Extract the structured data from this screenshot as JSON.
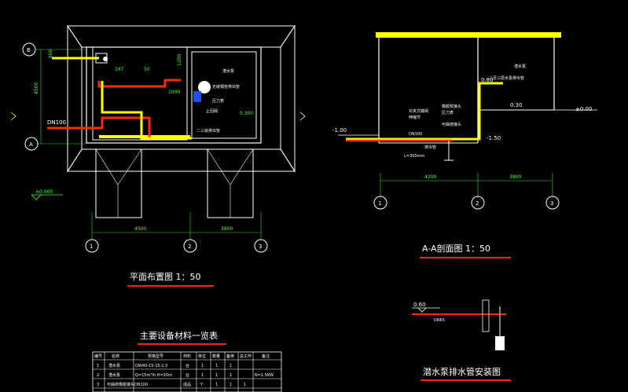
{
  "titles": {
    "plan": "平面布置图  1：50",
    "section": "A-A剖面图   1：50",
    "table": "主要设备材料一览表",
    "detail": "潜水泵排水管安装图"
  },
  "axes": {
    "grid_1": "1",
    "grid_2": "2",
    "grid_3": "3",
    "grid_A": "A",
    "grid_B": "B"
  },
  "plan_labels": {
    "dn": "DN100",
    "elev_000": "±0.000",
    "room_name": "潜水泵",
    "label_1": "无缝钢管排出管",
    "label_2": "压力表",
    "label_3": "止回阀",
    "label_4": "二三级排出管",
    "elev_right": "0.300",
    "dim_4500": "4500",
    "dim_3800": "3800",
    "dim_1000": "1000",
    "dim_1200": "1200",
    "dim_167": "167",
    "dim_50": "50",
    "dim_600": "600"
  },
  "section_labels": {
    "room_name": "潜水泵",
    "elev_m100": "-1.00",
    "elev_m150": "-1.50",
    "elev_030": "0.30",
    "elev_000": "±0.00",
    "elev_080": "0.80",
    "label_1": "二至三层水泵排出管",
    "label_2": "对夹式蝶阀",
    "label_3": "伸缩节",
    "label_4": "橡胶软接头",
    "label_5": "压力表",
    "label_6": "可曲挠接头",
    "label_7": "排出管",
    "dn_label": "DN100",
    "pipe_len": "L=300mm",
    "dim_4200": "4200",
    "dim_3800": "3800"
  },
  "detail_labels": {
    "elev_060": "0.60",
    "dn_label": "DN65"
  },
  "table": {
    "headers": [
      "编号",
      "名称",
      "规格型号",
      "材料",
      "单位",
      "数量",
      "备用",
      "总工作",
      "备注"
    ],
    "rows": [
      [
        "1",
        "潜水泵",
        "QW40-15-15-1.5",
        "台",
        "1",
        "1",
        "1",
        "",
        ""
      ],
      [
        "2",
        "潜水泵",
        "Q=15m³/h H=15m",
        "台",
        "1",
        "1",
        "1",
        "N=1.5KW",
        ""
      ],
      [
        "3",
        "可曲挠橡胶接头DN100",
        "",
        "成品",
        "个",
        "1",
        "1",
        "1",
        ""
      ]
    ]
  },
  "colors": {
    "wall": "#ffffff",
    "wall_fill": "#ffff00",
    "pipe": "#ff2a00",
    "pipe_alt": "#ffff00",
    "grid": "#2ee02e",
    "dim": "#3cff3c",
    "title_underline": "#ff2020",
    "pump": "#ffffff",
    "pump_blue": "#1c4cff"
  }
}
